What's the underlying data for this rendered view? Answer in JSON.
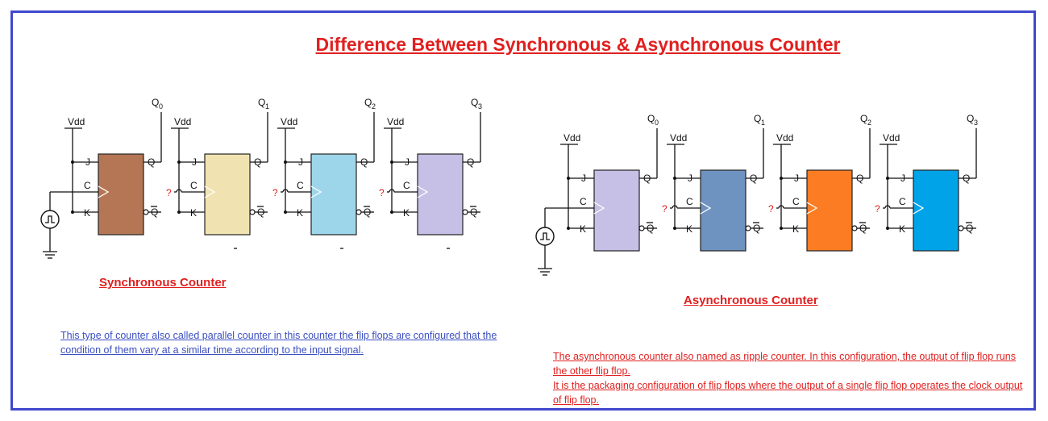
{
  "title": "Difference Between Synchronous & Asynchronous Counter",
  "colors": {
    "border": "#3f48cc",
    "title": "#e0201f",
    "sync_desc": "#3b4fc0",
    "async_desc": "#e0201f"
  },
  "sync": {
    "caption": "Synchronous Counter",
    "description": "This type of counter also called parallel counter in this counter the flip flops are configured that the condition of them vary at a similar time according to the input signal.",
    "flip_flops": [
      {
        "output": "Q",
        "sub": "0",
        "fill": "#b57655"
      },
      {
        "output": "Q",
        "sub": "1",
        "fill": "#f0e3b1"
      },
      {
        "output": "Q",
        "sub": "2",
        "fill": "#9dd6ea"
      },
      {
        "output": "Q",
        "sub": "3",
        "fill": "#c6bfe6"
      }
    ]
  },
  "async": {
    "caption": "Asynchronous Counter",
    "description_lines": [
      "The asynchronous counter also named as ripple counter. In this configuration, the output of flip flop runs the other flip flop.",
      "It is the packaging configuration of flip flops where the output of a single flip flop operates the clock output of flip flop."
    ],
    "flip_flops": [
      {
        "output": "Q",
        "sub": "0",
        "fill": "#c6bfe6"
      },
      {
        "output": "Q",
        "sub": "1",
        "fill": "#6f93c0"
      },
      {
        "output": "Q",
        "sub": "2",
        "fill": "#fb7c22"
      },
      {
        "output": "Q",
        "sub": "3",
        "fill": "#00a2e8"
      }
    ]
  },
  "ff_labels": {
    "vdd": "Vdd",
    "j": "J",
    "c": "C",
    "k": "K",
    "q": "Q",
    "qbar": "Q",
    "unknown": "?"
  }
}
